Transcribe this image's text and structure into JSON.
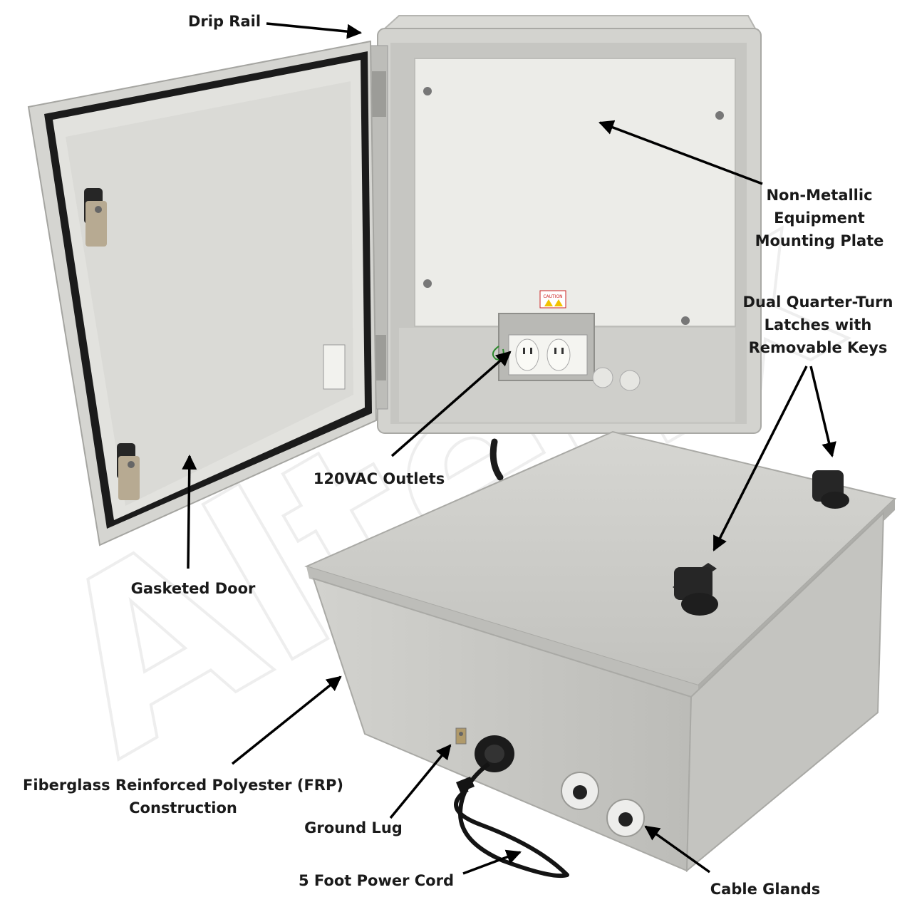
{
  "image": {
    "description_hidden": false,
    "watermark_text": "Altelix",
    "colors": {
      "enclosure_gray": "#cfcfcb",
      "enclosure_shadow": "#a9a9a5",
      "panel_white": "#ecece8",
      "gasket_black": "#1b1b1b",
      "latch_black": "#262626",
      "arrow_black": "#000000",
      "text_black": "#1a1a1a"
    }
  },
  "callouts": {
    "drip_rail": [
      "Drip Rail"
    ],
    "mounting_plate": [
      "Non-Metallic",
      "Equipment",
      "Mounting Plate"
    ],
    "latches": [
      "Dual Quarter-Turn",
      "Latches with",
      "Removable Keys"
    ],
    "outlets": [
      "120VAC Outlets"
    ],
    "door": [
      "Gasketed Door"
    ],
    "construction": [
      "Fiberglass Reinforced Polyester (FRP)",
      "Construction"
    ],
    "ground_lug": [
      "Ground Lug"
    ],
    "power_cord": [
      "5 Foot Power Cord"
    ],
    "cable_glands": [
      "Cable Glands"
    ]
  },
  "caution_label": "CAUTION",
  "icons": [
    "arrow-icon",
    "outlet-icon",
    "latch-icon",
    "gland-icon",
    "plug-icon"
  ]
}
